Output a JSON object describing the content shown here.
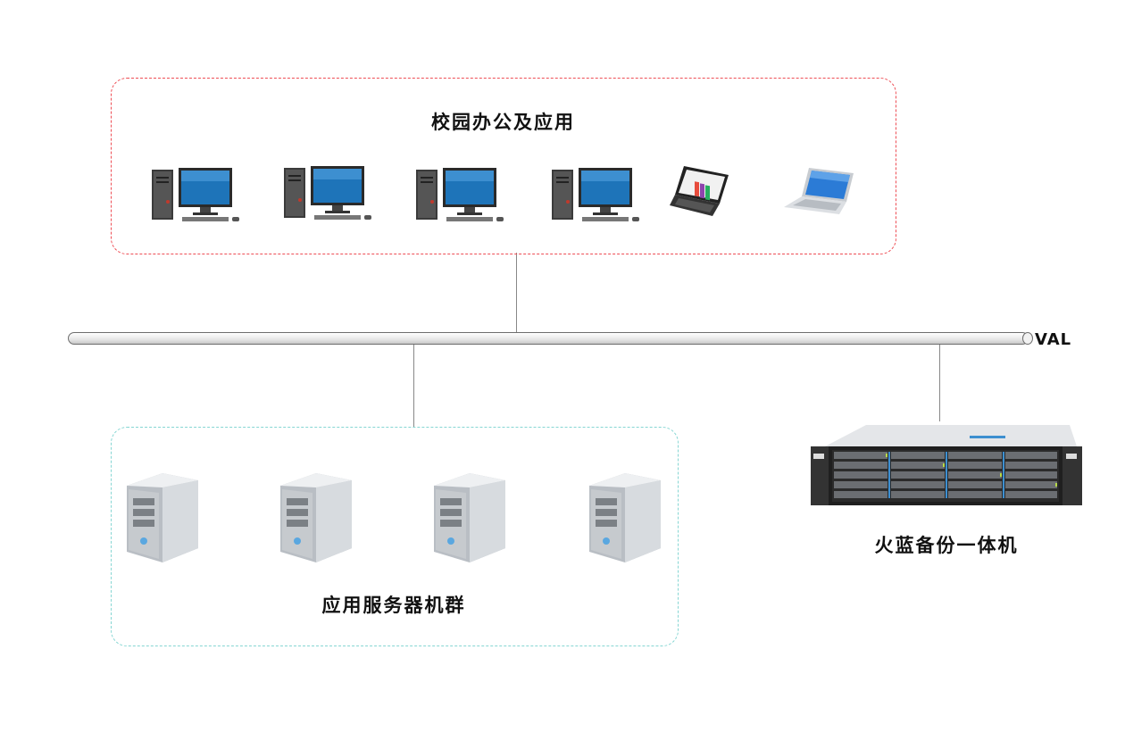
{
  "office_group": {
    "title": "校园办公及应用",
    "devices": [
      "desktop-pc-icon",
      "desktop-pc-icon",
      "desktop-pc-icon",
      "desktop-pc-icon",
      "laptop-icon",
      "laptop-icon"
    ]
  },
  "network_bus": {
    "label": "VAL"
  },
  "server_cluster": {
    "title": "应用服务器机群",
    "devices": [
      "tower-server-icon",
      "tower-server-icon",
      "tower-server-icon",
      "tower-server-icon"
    ]
  },
  "backup_appliance": {
    "title": "火蓝备份一体机",
    "device": "rack-storage-server-icon"
  },
  "colors": {
    "office_border": "#ee4e55",
    "cluster_border": "#86d6d3",
    "monitor_screen": "#1e74b9",
    "bus_fill": "#e6e6e6"
  }
}
